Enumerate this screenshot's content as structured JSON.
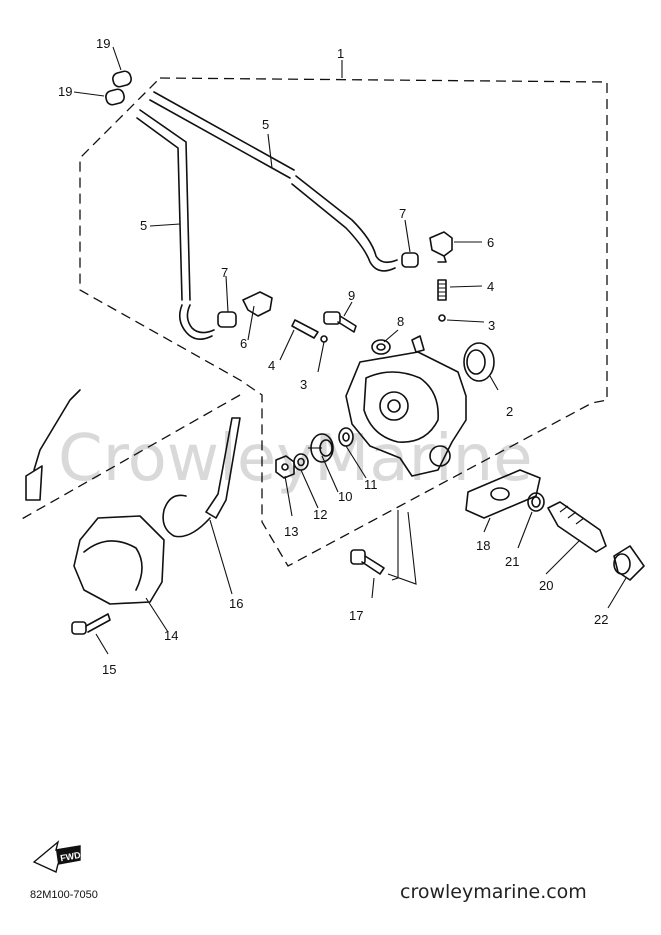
{
  "diagram": {
    "watermark": "CrowleyMarine",
    "drawing_code": "82M100-7050",
    "site": "crowleymarine.com",
    "fwd_label": "FWD",
    "callouts": {
      "c1": "1",
      "c2": "2",
      "c3a": "3",
      "c3b": "3",
      "c4a": "4",
      "c4b": "4",
      "c5a": "5",
      "c5b": "5",
      "c6a": "6",
      "c6b": "6",
      "c7a": "7",
      "c7b": "7",
      "c8": "8",
      "c9": "9",
      "c10": "10",
      "c11": "11",
      "c12": "12",
      "c13": "13",
      "c14": "14",
      "c15": "15",
      "c16": "16",
      "c17": "17",
      "c18": "18",
      "c19a": "19",
      "c19b": "19",
      "c20": "20",
      "c21": "21",
      "c22": "22"
    }
  }
}
